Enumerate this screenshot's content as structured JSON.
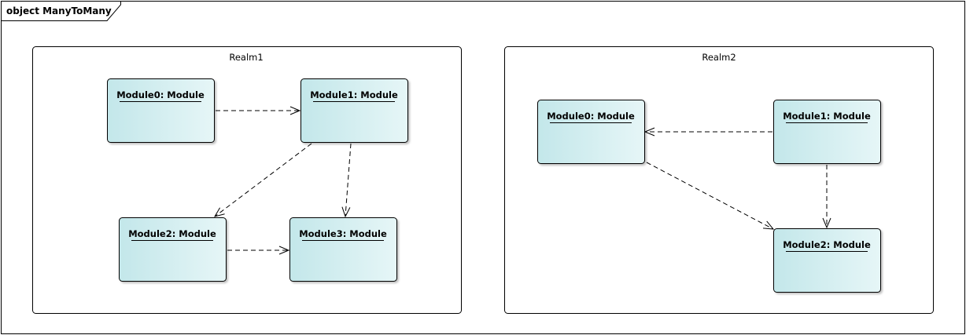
{
  "diagram": {
    "title": "object ManyToMany",
    "realms": [
      {
        "name": "Realm1",
        "objects": [
          "Module0: Module",
          "Module1: Module",
          "Module2: Module",
          "Module3: Module"
        ],
        "dependencies": [
          [
            "Module0",
            "Module1"
          ],
          [
            "Module1",
            "Module2"
          ],
          [
            "Module1",
            "Module3"
          ],
          [
            "Module2",
            "Module3"
          ]
        ]
      },
      {
        "name": "Realm2",
        "objects": [
          "Module0: Module",
          "Module1: Module",
          "Module2: Module"
        ],
        "dependencies": [
          [
            "Module1",
            "Module0"
          ],
          [
            "Module0",
            "Module2"
          ],
          [
            "Module1",
            "Module2"
          ]
        ]
      }
    ],
    "colors": {
      "object_fill_start": "#c3e7ea",
      "object_fill_end": "#e6f6f7",
      "line": "#000000"
    }
  }
}
